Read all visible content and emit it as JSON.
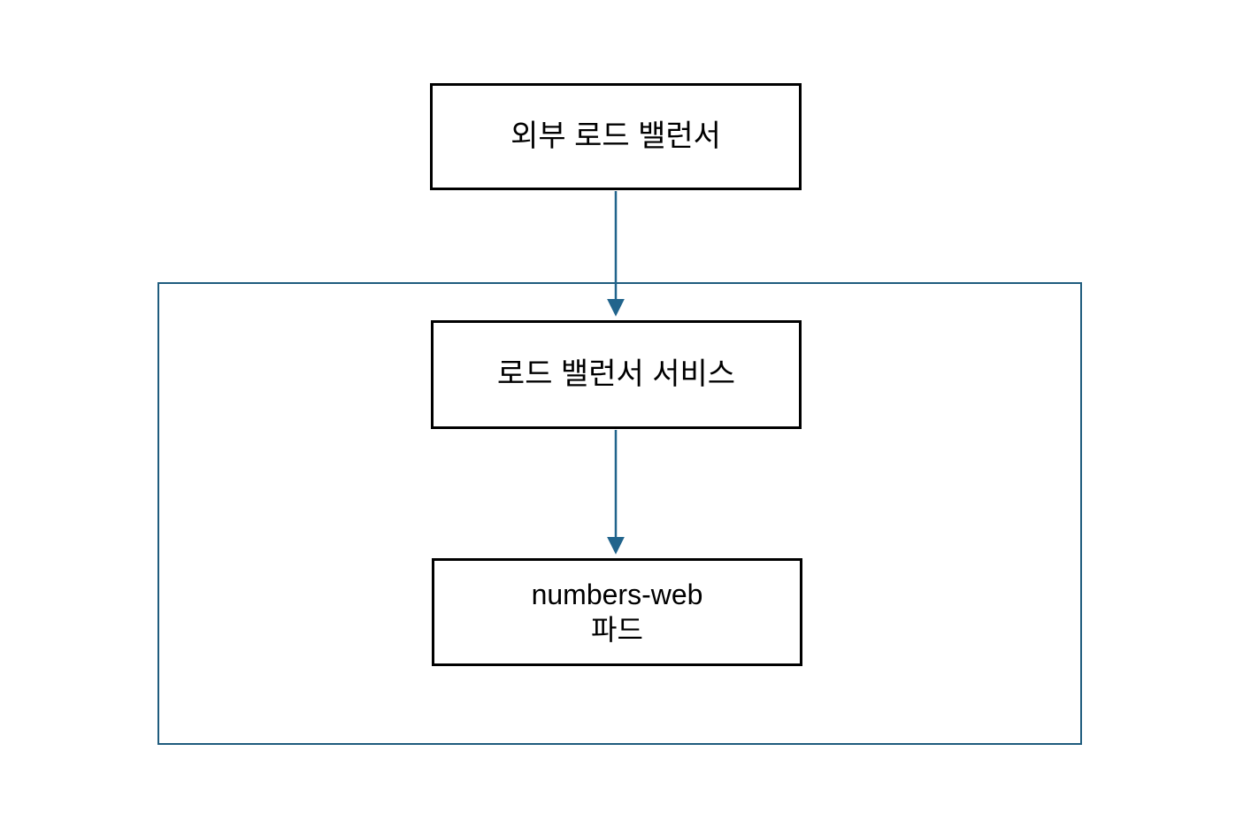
{
  "diagram": {
    "title": "load-balancer-service-flow",
    "nodes": {
      "external_lb": {
        "label": "외부 로드 밸런서"
      },
      "lb_service": {
        "label": "로드 밸런서 서비스"
      },
      "pod": {
        "label_line1": "numbers-web",
        "label_line2": "파드"
      }
    },
    "edges": [
      {
        "from": "external_lb",
        "to": "lb_service",
        "direction": "down"
      },
      {
        "from": "lb_service",
        "to": "pod",
        "direction": "down"
      }
    ],
    "colors": {
      "node_border": "#000000",
      "cluster_border": "#1F5C7E",
      "arrow": "#21648C",
      "background": "#FFFFFF",
      "text": "#000000"
    }
  }
}
